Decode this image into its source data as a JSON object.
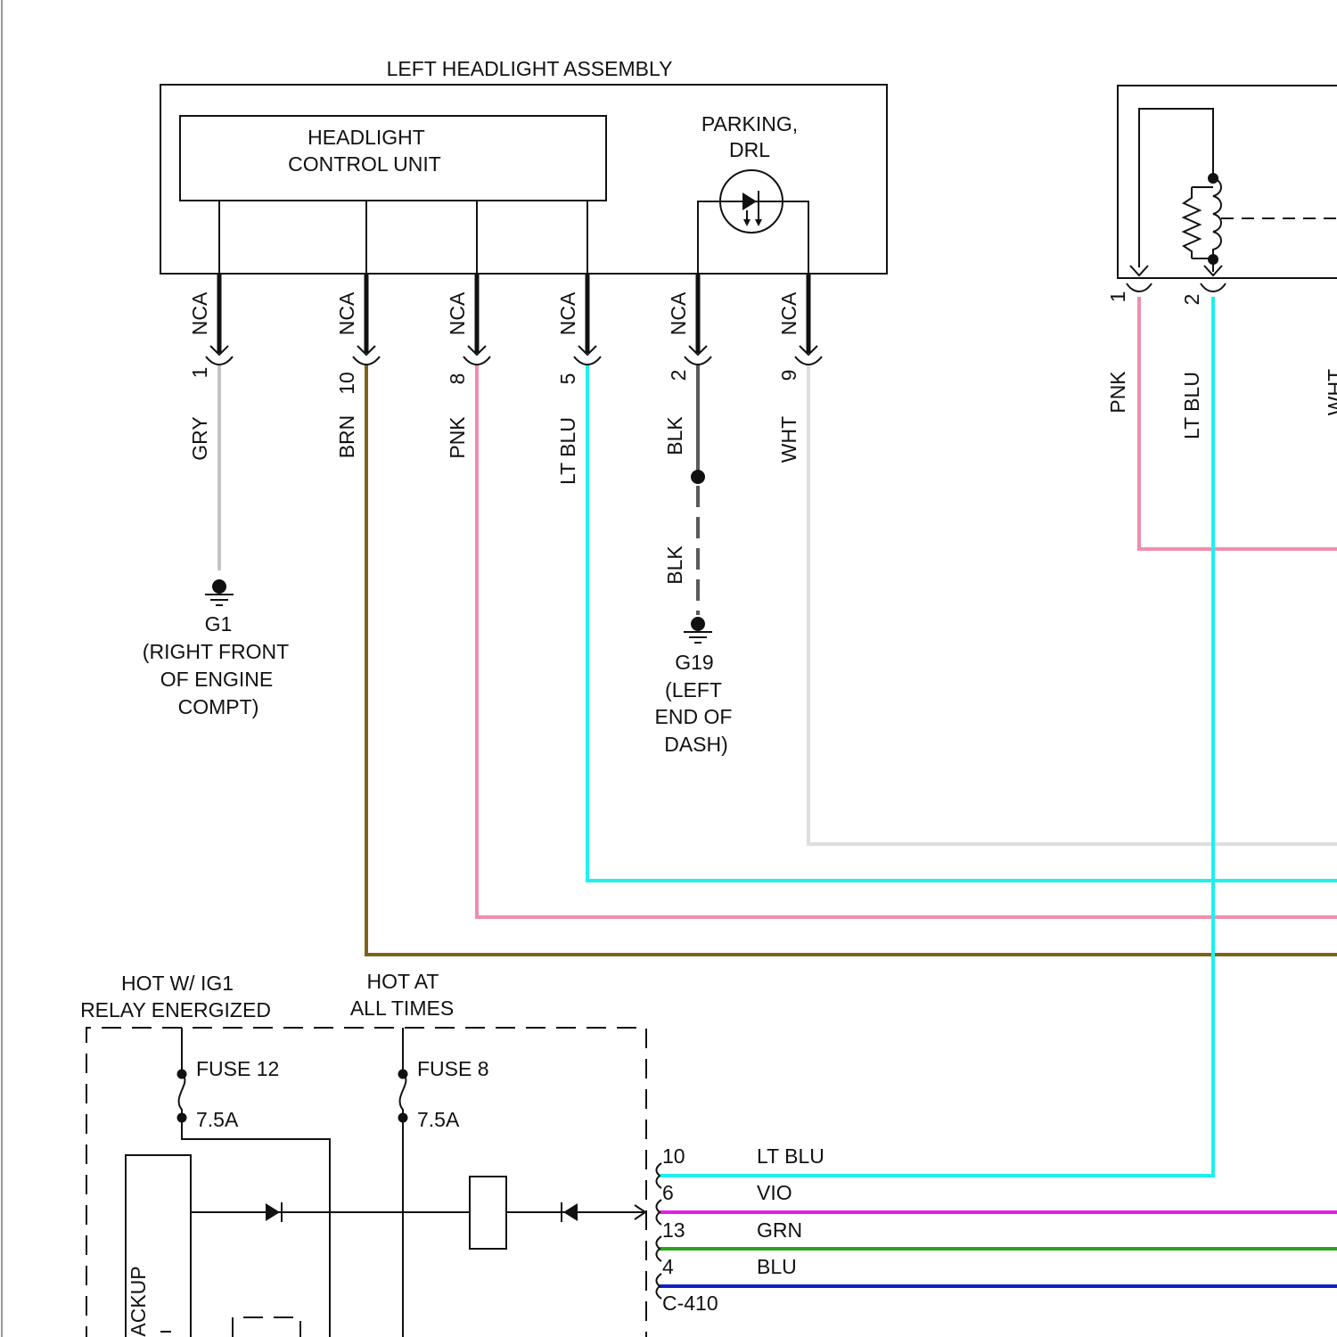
{
  "colors": {
    "gry": "#c4c4c4",
    "brn": "#7a6418",
    "pnk": "#ef8ead",
    "ltblu": "#1ef0f0",
    "blk": "#5a5a5a",
    "wht": "#dedede",
    "vio": "#e11ee6",
    "grn": "#2aa21a",
    "blu": "#1020c8"
  },
  "headlight_assembly": {
    "title": "LEFT HEADLIGHT ASSEMBLY",
    "control_unit_line1": "HEADLIGHT",
    "control_unit_line2": "CONTROL UNIT",
    "parking_line1": "PARKING,",
    "parking_line2": "DRL"
  },
  "assembly_pins": [
    {
      "nca": "NCA",
      "pin": "1",
      "color": "GRY"
    },
    {
      "nca": "NCA",
      "pin": "10",
      "color": "BRN"
    },
    {
      "nca": "NCA",
      "pin": "8",
      "color": "PNK"
    },
    {
      "nca": "NCA",
      "pin": "5",
      "color": "LT BLU"
    },
    {
      "nca": "NCA",
      "pin": "2",
      "color": "BLK"
    },
    {
      "nca": "NCA",
      "pin": "9",
      "color": "WHT"
    }
  ],
  "blk_splice_label": "BLK",
  "ground_g1": {
    "name": "G1",
    "line1": "(RIGHT FRONT",
    "line2": "OF ENGINE",
    "line3": "COMPT)"
  },
  "ground_g19": {
    "name": "G19",
    "line1": "(LEFT",
    "line2": "END OF",
    "line3": "DASH)"
  },
  "right_component": {
    "pin1": "1",
    "pin2": "2",
    "wire1": "PNK",
    "wire2": "LT BLU",
    "wire3_partial": "WHT"
  },
  "fuse_box": {
    "hot_ig1_line1": "HOT W/ IG1",
    "hot_ig1_line2": "RELAY ENERGIZED",
    "hot_always_line1": "HOT AT",
    "hot_always_line2": "ALL TIMES",
    "fuse12_name": "FUSE 12",
    "fuse12_rating": "7.5A",
    "fuse8_name": "FUSE 8",
    "fuse8_rating": "7.5A",
    "backup_partial": "ACKUP"
  },
  "connector_c410": {
    "name": "C-410",
    "wires": [
      {
        "pin": "10",
        "color": "LT BLU"
      },
      {
        "pin": "6",
        "color": "VIO"
      },
      {
        "pin": "13",
        "color": "GRN"
      },
      {
        "pin": "4",
        "color": "BLU"
      }
    ]
  }
}
